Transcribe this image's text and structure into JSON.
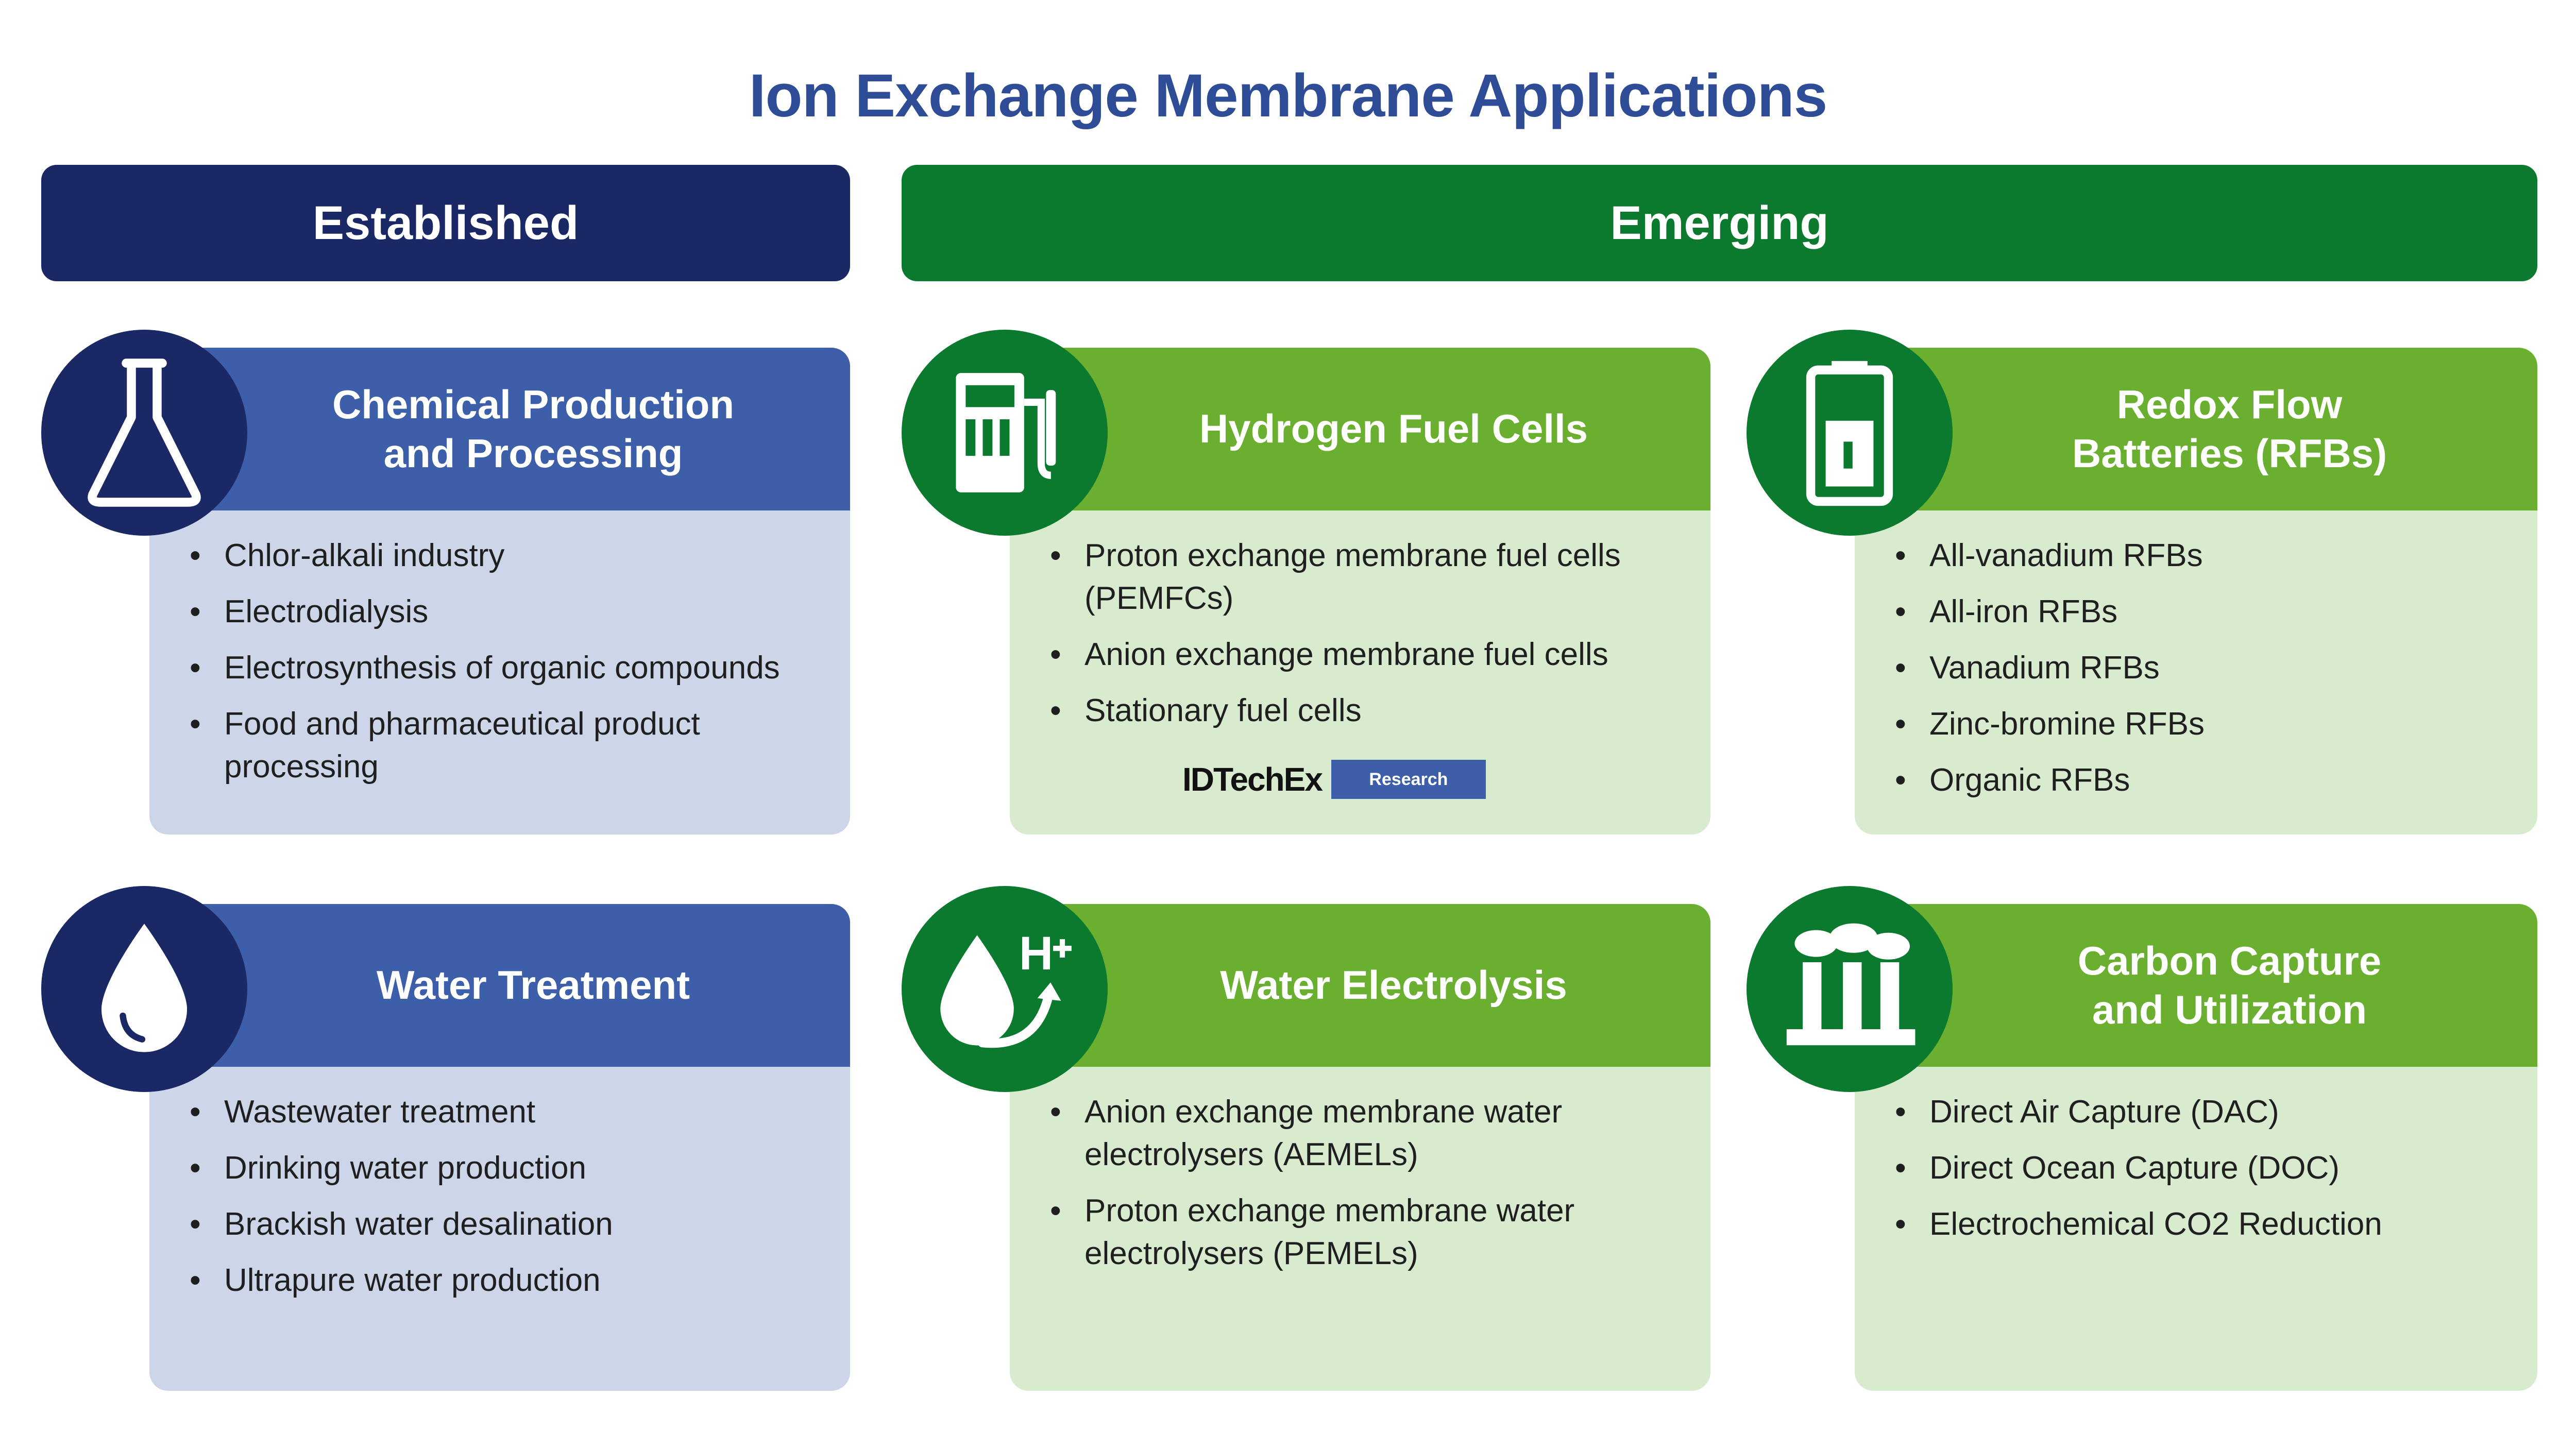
{
  "title": "Ion Exchange Membrane Applications",
  "categories": {
    "established": "Established",
    "emerging": "Emerging"
  },
  "cards": {
    "chemical": {
      "title_line1": "Chemical Production",
      "title_line2": "and Processing",
      "icon": "flask-icon",
      "items": [
        "Chlor-alkali industry",
        "Electrodialysis",
        "Electrosynthesis of organic compounds",
        "Food and pharmaceutical product processing"
      ]
    },
    "water_treatment": {
      "title_line1": "Water Treatment",
      "icon": "water-drop-icon",
      "items": [
        "Wastewater treatment",
        "Drinking water production",
        "Brackish water desalination",
        "Ultrapure water production"
      ]
    },
    "fuel_cells": {
      "title_line1": "Hydrogen Fuel Cells",
      "icon": "fuel-cell-icon",
      "items": [
        "Proton exchange membrane fuel cells (PEMFCs)",
        "Anion exchange membrane fuel cells",
        "Stationary fuel cells"
      ],
      "logo": {
        "text": "IDTechEx",
        "tag": "Research"
      }
    },
    "water_electrolysis": {
      "title_line1": "Water Electrolysis",
      "icon": "water-electrolysis-icon",
      "icon_label": "H",
      "items": [
        "Anion exchange membrane water electrolysers (AEMELs)",
        "Proton exchange membrane water electrolysers (PEMELs)"
      ]
    },
    "redox_flow": {
      "title_line1": "Redox Flow",
      "title_line2": "Batteries (RFBs)",
      "icon": "battery-icon",
      "items": [
        "All-vanadium RFBs",
        "All-iron RFBs",
        "Vanadium RFBs",
        "Zinc-bromine RFBs",
        "Organic RFBs"
      ]
    },
    "carbon_capture": {
      "title_line1": "Carbon Capture",
      "title_line2": "and Utilization",
      "icon": "factory-icon",
      "items": [
        "Direct Air Capture (DAC)",
        "Direct Ocean Capture (DOC)",
        "Electrochemical CO2 Reduction"
      ]
    }
  },
  "colors": {
    "established_dark": "#1b2866",
    "established_mid": "#3d5ea8",
    "established_light": "#cdd6e8",
    "emerging_dark": "#0b7a2f",
    "emerging_mid": "#6aaf2f",
    "emerging_light": "#d9ebcf",
    "title": "#2f4d96"
  }
}
